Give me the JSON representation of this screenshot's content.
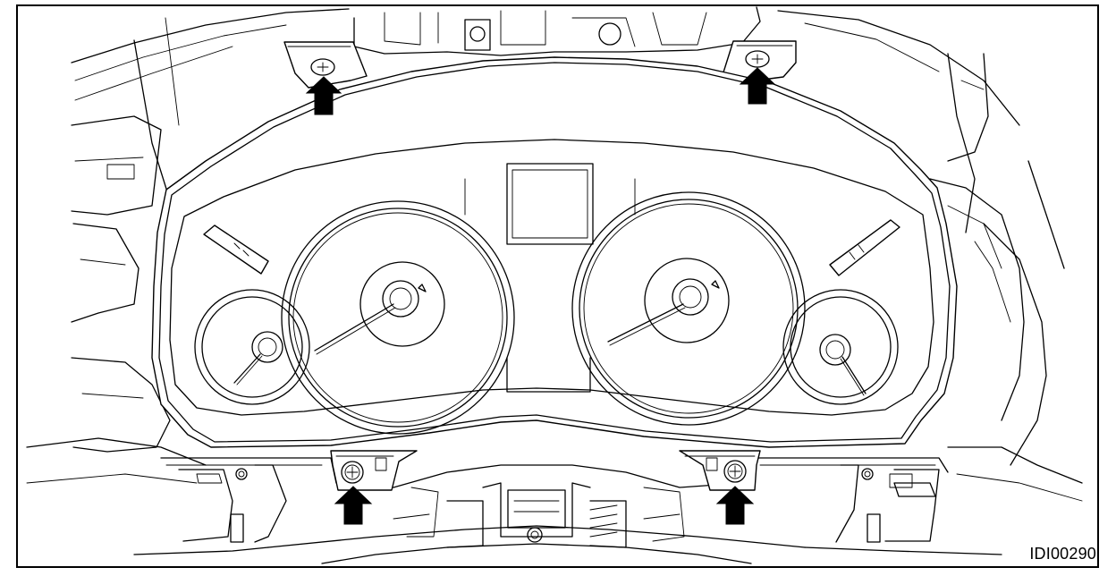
{
  "figure": {
    "id_label": "IDI00290",
    "subject": "combination-meter",
    "marked_fastener_count": 4
  },
  "colors": {
    "line": "#000000",
    "background": "#ffffff"
  },
  "icons": {
    "arrow": "up-arrow-icon",
    "screw": "screw-icon"
  }
}
